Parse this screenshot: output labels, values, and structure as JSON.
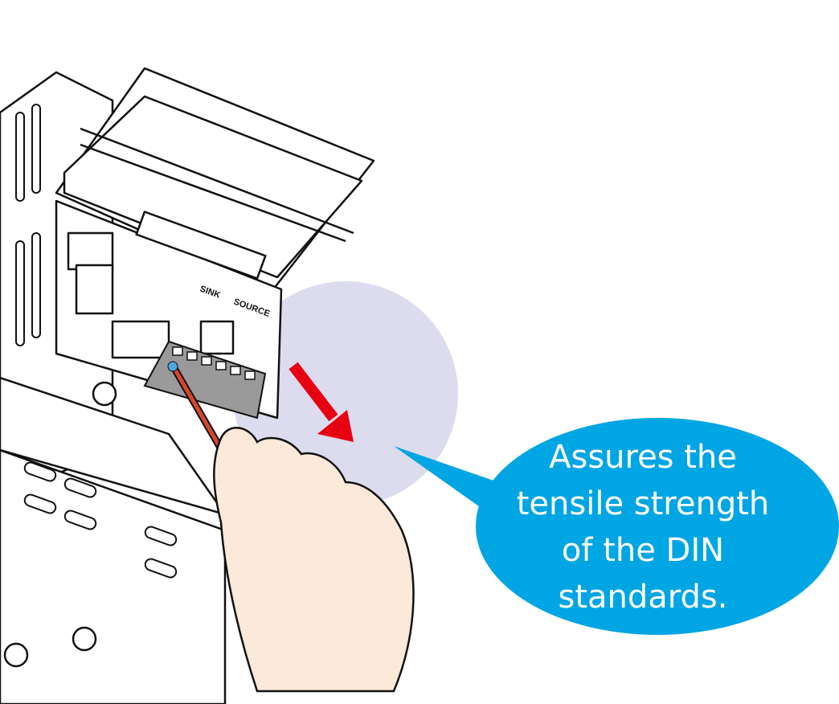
{
  "callout": {
    "lines": [
      "Assures the",
      "tensile strength",
      "of the DIN",
      "standards."
    ],
    "color": "#00a5e3"
  },
  "device_labels": {
    "sink": "SINK",
    "source": "SOURCE"
  },
  "colors": {
    "highlight": "#dcdcee",
    "arrow": "#e60012",
    "screwdriver": "#d9452b",
    "hand": "#fbe9da",
    "terminal": "#9a9a9a"
  }
}
